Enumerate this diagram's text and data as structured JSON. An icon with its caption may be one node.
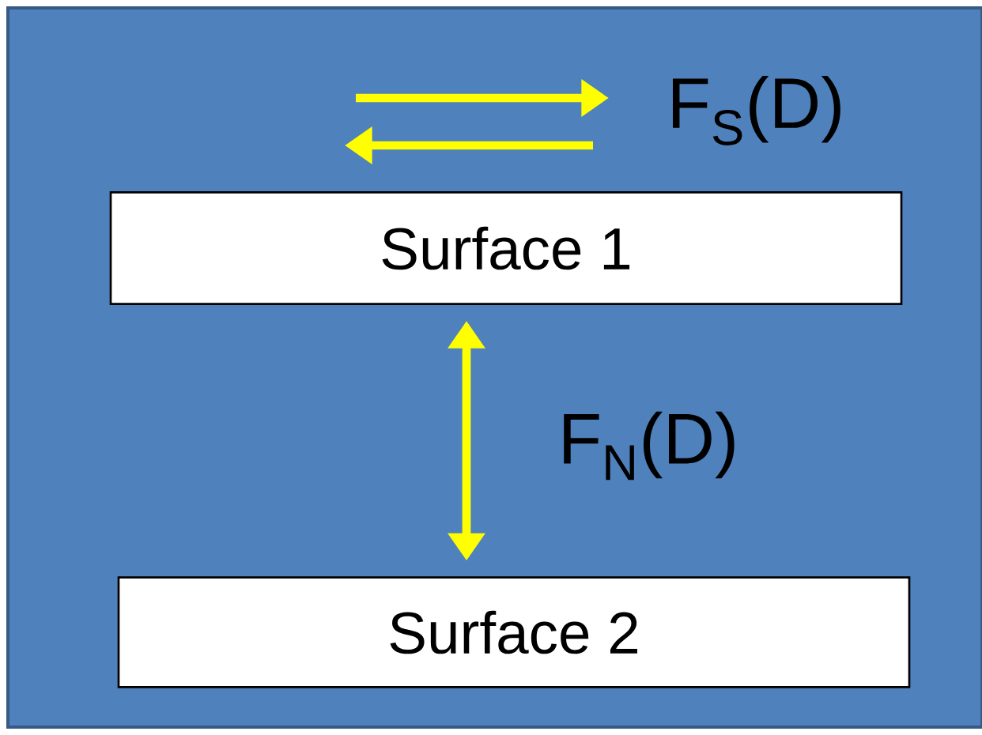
{
  "diagram": {
    "nodes": [
      {
        "text": [
          "Surface 1"
        ]
      },
      {
        "text": [
          "Surface 2"
        ]
      }
    ],
    "edges": [
      {
        "from": 0,
        "to": 1,
        "arrow": "both",
        "label": "F$_{N}$(D)"
      }
    ],
    "labels": [
      "F$_{S}$(D)"
    ]
  }
}
